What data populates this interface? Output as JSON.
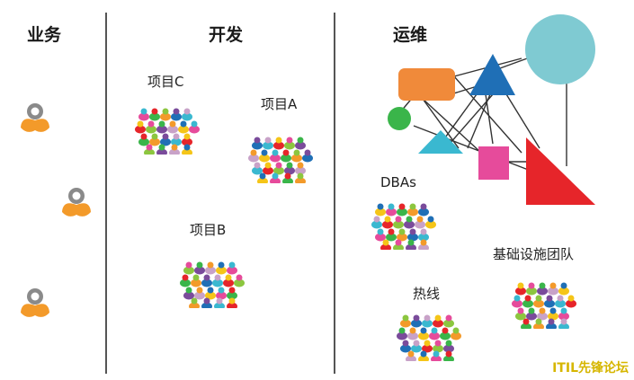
{
  "columns": {
    "business": {
      "title": "业务"
    },
    "development": {
      "title": "开发"
    },
    "operations": {
      "title": "运维"
    }
  },
  "development": {
    "projects": [
      {
        "label": "项目C"
      },
      {
        "label": "项目A"
      },
      {
        "label": "项目B"
      }
    ]
  },
  "operations": {
    "teams": [
      {
        "label": "DBAs"
      },
      {
        "label": "热线"
      },
      {
        "label": "基础设施团队"
      }
    ]
  },
  "watermark": "ITIL先锋论坛",
  "colors": {
    "person_orange": "#f39a2a",
    "person_head_gray": "#8a8a8a",
    "shape_orange": "#f08a3a",
    "shape_blue": "#1f6fb6",
    "shape_teal": "#7fcad2",
    "shape_green": "#3ab54a",
    "shape_cyan": "#3ab8d0",
    "shape_pink": "#e64b9b",
    "shape_red": "#e6252a"
  }
}
